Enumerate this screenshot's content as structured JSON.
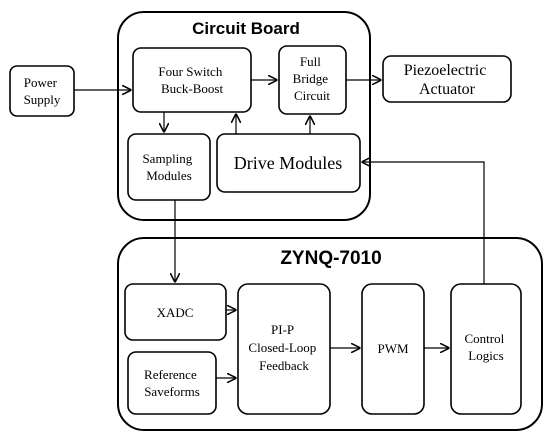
{
  "diagram": {
    "circuit_board": {
      "title": "Circuit Board"
    },
    "zynq": {
      "title": "ZYNQ-7010"
    },
    "nodes": {
      "power_supply": [
        "Power",
        "Supply"
      ],
      "buck_boost": [
        "Four Switch",
        "Buck-Boost"
      ],
      "full_bridge": [
        "Full",
        "Bridge",
        "Circuit"
      ],
      "piezo": [
        "Piezoelectric",
        "Actuator"
      ],
      "sampling": [
        "Sampling",
        "Modules"
      ],
      "drive": [
        "Drive Modules"
      ],
      "xadc": [
        "XADC"
      ],
      "reference": [
        "Reference",
        "Saveforms"
      ],
      "pi_p": [
        "PI-P",
        "Closed-Loop",
        "Feedback"
      ],
      "pwm": [
        "PWM"
      ],
      "control": [
        "Control",
        "Logics"
      ]
    },
    "edges": [
      {
        "from": "power_supply",
        "to": "buck_boost"
      },
      {
        "from": "buck_boost",
        "to": "full_bridge"
      },
      {
        "from": "full_bridge",
        "to": "piezo"
      },
      {
        "from": "buck_boost",
        "to": "sampling"
      },
      {
        "from": "drive",
        "to": "buck_boost"
      },
      {
        "from": "drive",
        "to": "full_bridge"
      },
      {
        "from": "sampling",
        "to": "xadc"
      },
      {
        "from": "xadc",
        "to": "pi_p"
      },
      {
        "from": "reference",
        "to": "pi_p"
      },
      {
        "from": "pi_p",
        "to": "pwm"
      },
      {
        "from": "pwm",
        "to": "control"
      },
      {
        "from": "control",
        "to": "drive"
      }
    ]
  }
}
